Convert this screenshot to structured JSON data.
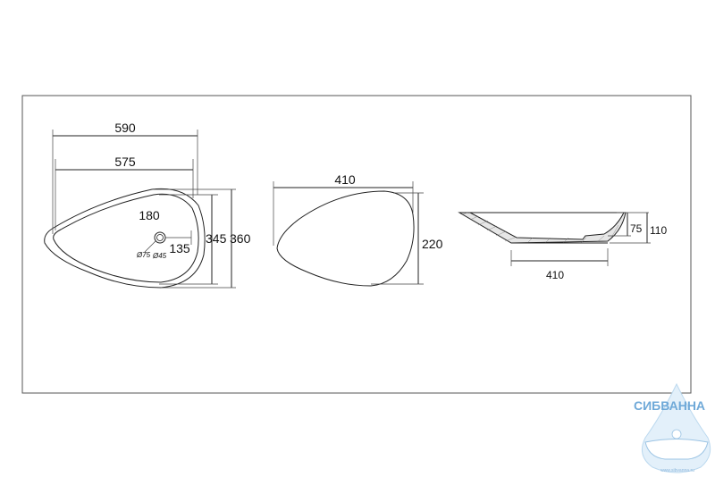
{
  "dimensions": {
    "top_width_outer": "590",
    "top_width_inner": "575",
    "top_radius": "180",
    "top_depth_inner": "135",
    "top_height_inner": "345",
    "top_height_outer": "360",
    "drain_outer": "Ø75",
    "drain_inner": "Ø45",
    "front_width": "410",
    "front_height": "220",
    "side_depth_inner": "75",
    "side_height_outer": "110",
    "side_base_width": "410"
  },
  "logo": {
    "name": "СИБВАННА",
    "url": "www.sibvanna.ru"
  },
  "colors": {
    "line": "#222222",
    "border": "#555555",
    "logo": "#6fa9d8"
  }
}
